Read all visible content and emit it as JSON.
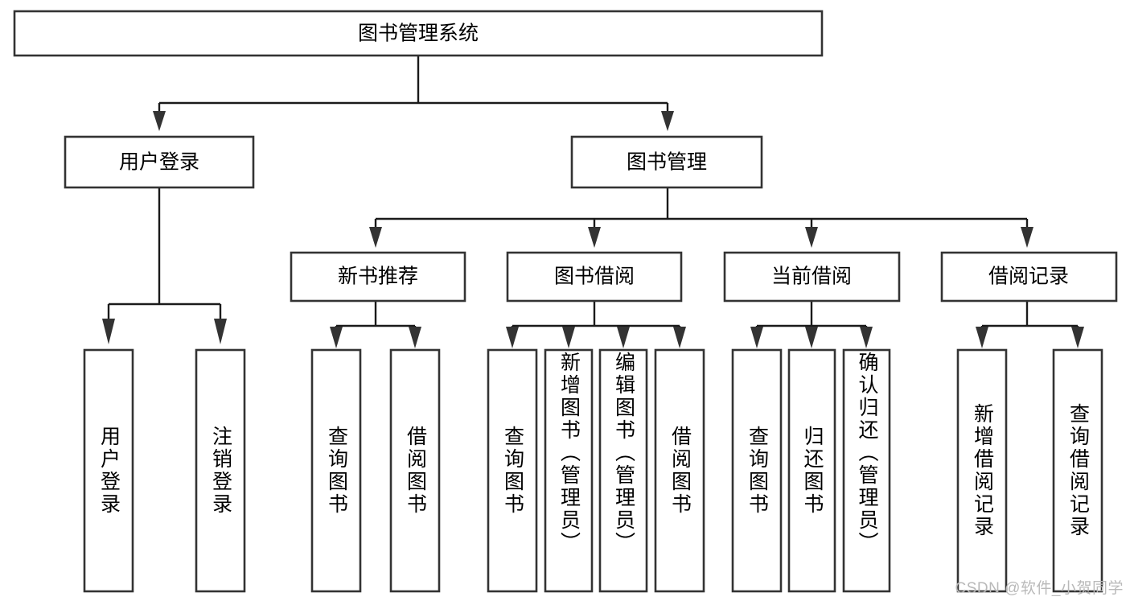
{
  "diagram": {
    "type": "tree",
    "title": "图书管理系统",
    "watermark": "CSDN @软件_小贺同学",
    "levels": {
      "root": {
        "label": "图书管理系统"
      },
      "level2": [
        {
          "label": "用户登录"
        },
        {
          "label": "图书管理"
        }
      ],
      "level3": [
        {
          "label": "新书推荐"
        },
        {
          "label": "图书借阅"
        },
        {
          "label": "当前借阅"
        },
        {
          "label": "借阅记录"
        }
      ],
      "leaves": {
        "user_login": [
          {
            "label": "用户登录"
          },
          {
            "label": "注销登录"
          }
        ],
        "new_book": [
          {
            "label": "查询图书"
          },
          {
            "label": "借阅图书"
          }
        ],
        "book_borrow": [
          {
            "label": "查询图书"
          },
          {
            "label": "新增图书（管理员）"
          },
          {
            "label": "编辑图书（管理员）"
          },
          {
            "label": "借阅图书"
          }
        ],
        "current_borrow": [
          {
            "label": "查询图书"
          },
          {
            "label": "归还图书"
          },
          {
            "label": "确认归还（管理员）"
          }
        ],
        "borrow_record": [
          {
            "label": "新增借阅记录"
          },
          {
            "label": "查询借阅记录"
          }
        ]
      }
    },
    "colors": {
      "box_fill": "#ffffff",
      "box_stroke": "#333333",
      "connector": "#1a1a1a",
      "text": "#000000",
      "watermark": "#b9b9b9",
      "background": "#ffffff"
    }
  }
}
